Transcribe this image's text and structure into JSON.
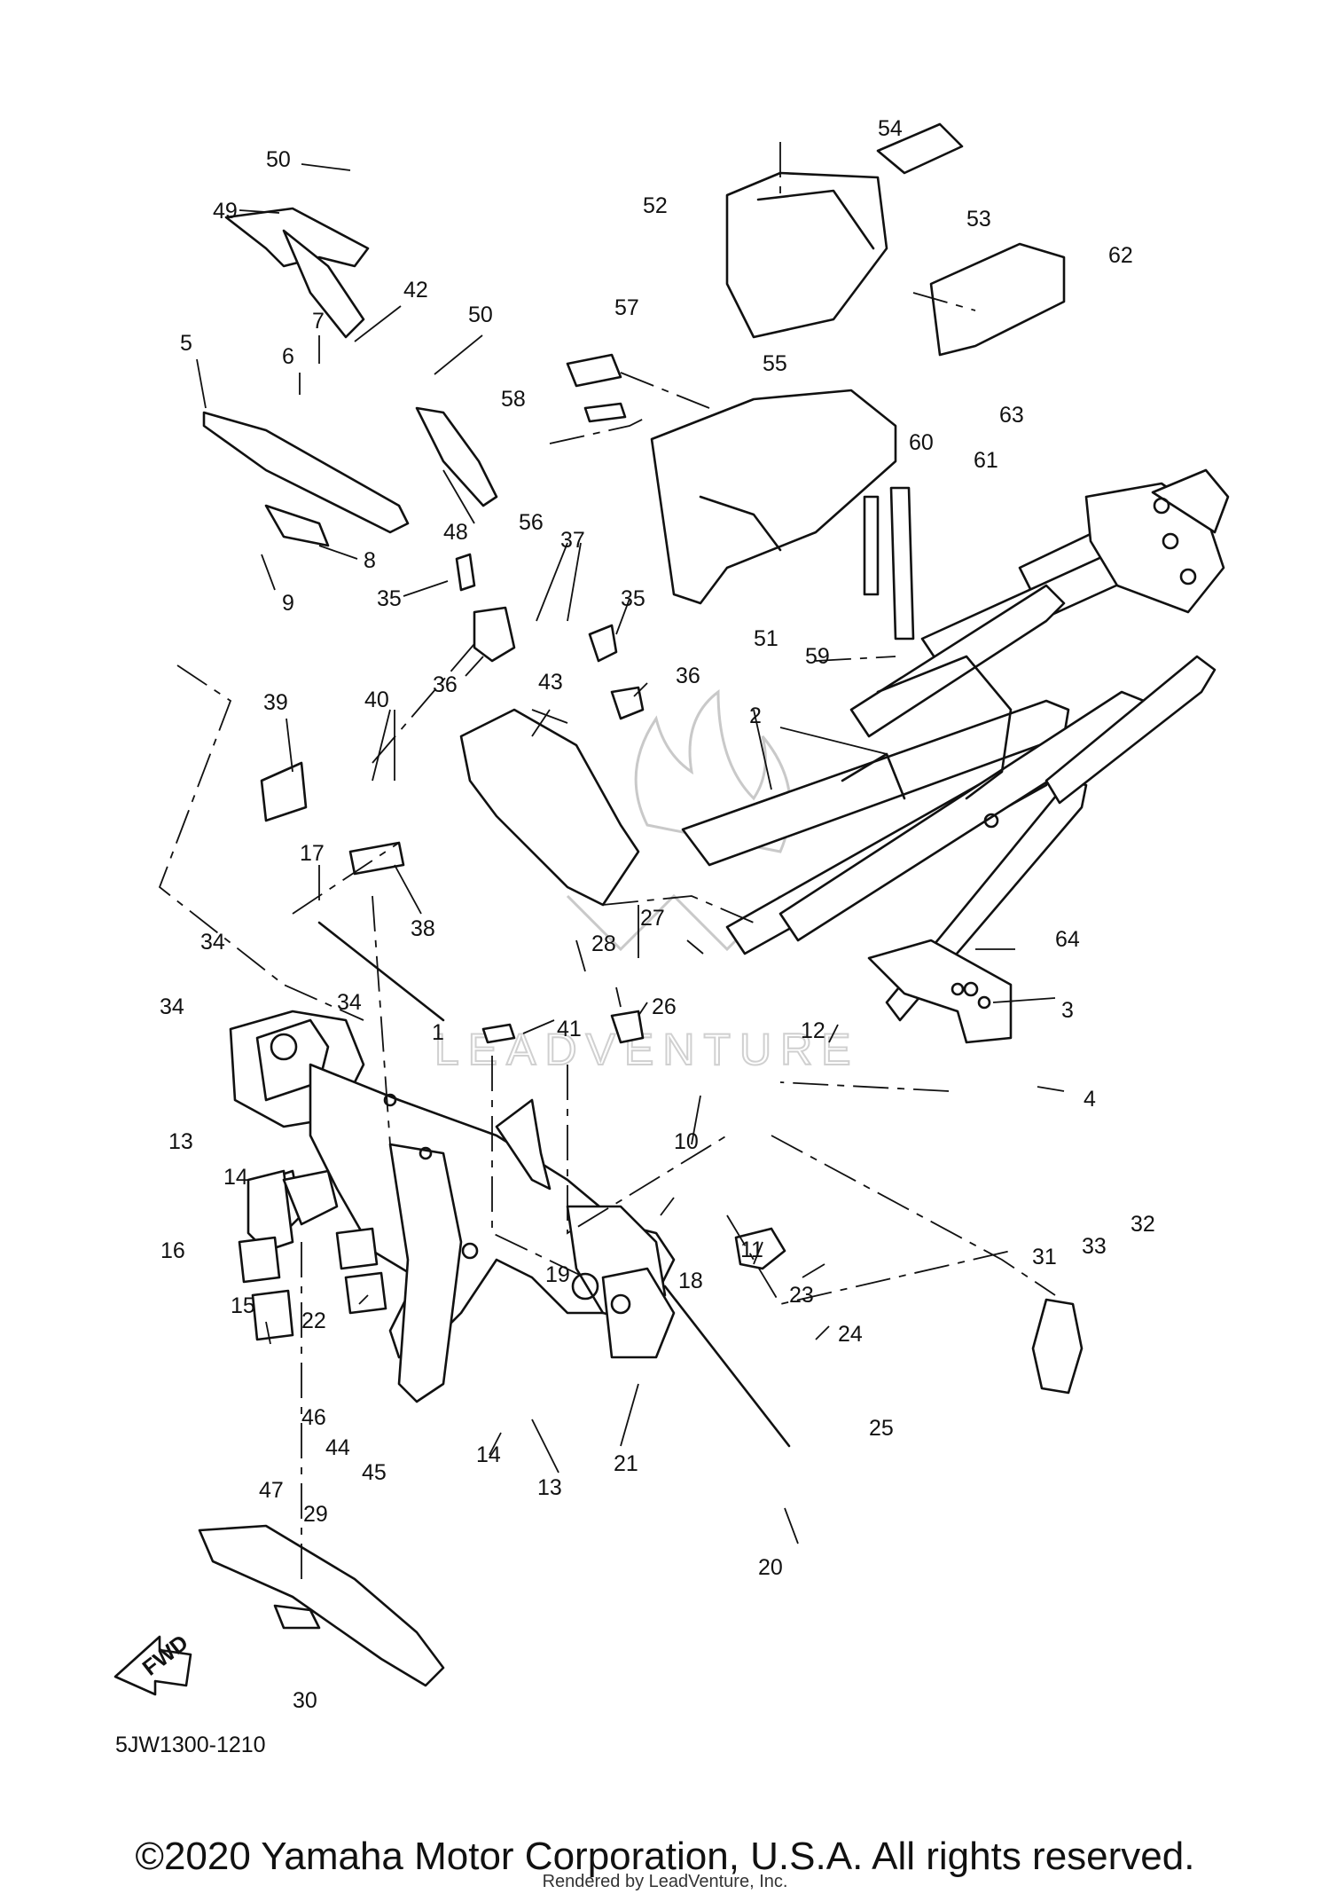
{
  "diagram": {
    "part_code": "5JW1300-1210",
    "fwd_label": "FWD",
    "watermark": "LEADVENTURE",
    "callouts": [
      "1",
      "2",
      "3",
      "4",
      "5",
      "6",
      "7",
      "8",
      "9",
      "10",
      "11",
      "12",
      "13",
      "13",
      "14",
      "14",
      "15",
      "16",
      "17",
      "18",
      "19",
      "20",
      "21",
      "22",
      "23",
      "24",
      "25",
      "26",
      "27",
      "28",
      "29",
      "30",
      "31",
      "32",
      "33",
      "34",
      "34",
      "34",
      "35",
      "35",
      "36",
      "36",
      "37",
      "38",
      "39",
      "40",
      "41",
      "42",
      "43",
      "44",
      "45",
      "46",
      "47",
      "48",
      "49",
      "50",
      "50",
      "51",
      "52",
      "53",
      "54",
      "55",
      "56",
      "57",
      "58",
      "59",
      "60",
      "61",
      "62",
      "63",
      "64"
    ]
  },
  "footer": {
    "copyright": "©2020 Yamaha Motor Corporation, U.S.A. All rights reserved.",
    "rendered_by": "Rendered by LeadVenture, Inc."
  }
}
